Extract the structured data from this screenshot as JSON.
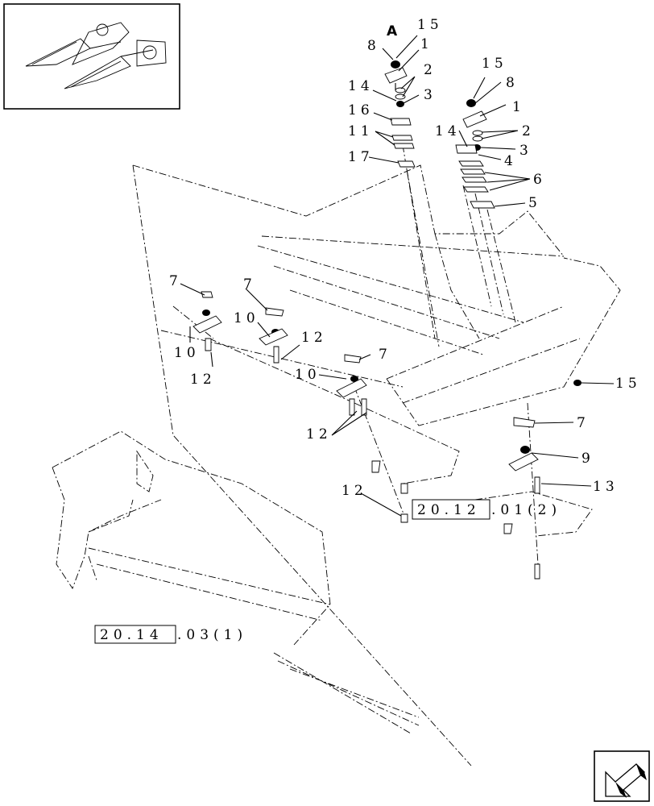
{
  "callouts": {
    "c15a": "15",
    "c8a": "8",
    "c1a": "1",
    "c2a": "2",
    "c3a": "3",
    "c14a": "14",
    "c16": "16",
    "c11": "11",
    "c17": "17",
    "c15b": "15",
    "c8b": "8",
    "c1b": "1",
    "c14b": "14",
    "c2b": "2",
    "c3b": "3",
    "c4": "4",
    "c6": "6",
    "c5": "5",
    "c7a": "7",
    "c7b": "7",
    "c7c": "7",
    "c7d": "7",
    "c10a": "10",
    "c10b": "10",
    "c10c": "10",
    "c12a": "12",
    "c12b": "12",
    "c12c": "12",
    "c12d": "12",
    "c15c": "15",
    "c9": "9",
    "c13": "13"
  },
  "view_label": "A",
  "references": {
    "ref1_box": "20.12",
    "ref1_rest": ".01(2)",
    "ref2_box": "20.14",
    "ref2_rest": ".03(1)"
  },
  "icons": [
    "guard-knife-thumbnail",
    "page-navigation-arrow-icon"
  ]
}
